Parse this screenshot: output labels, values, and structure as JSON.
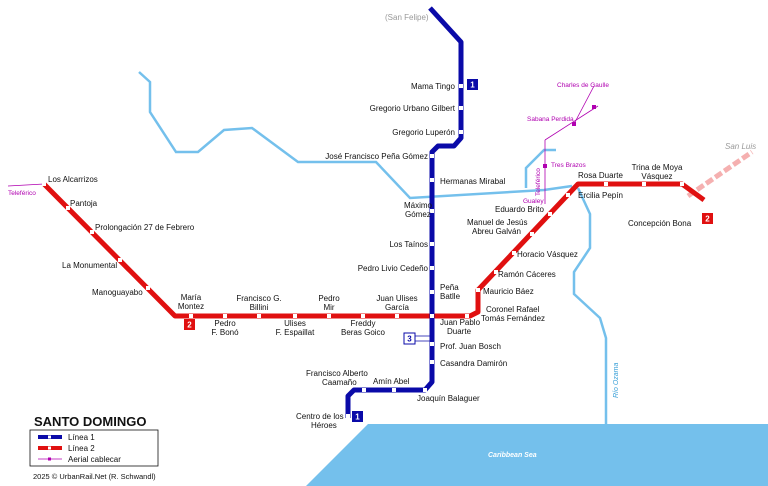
{
  "title": "SANTO DOMINGO",
  "credit": "2025 © UrbanRail.Net (R. Schwandl)",
  "legend": {
    "line1": "Línea 1",
    "line2": "Línea 2",
    "aerial": "Aerial cablecar"
  },
  "badges": {
    "one": "1",
    "two": "2",
    "three": "3"
  },
  "colors": {
    "line1": "#0a0aa8",
    "line2": "#e01010",
    "water": "#74c0ec",
    "cable": "#b000b0",
    "future": "#f5b0b0"
  },
  "water": {
    "sea": "Caribbean Sea",
    "river": "Río Ozama"
  },
  "line1": {
    "san_felipe": "(San Felipe)",
    "mama_tingo": "Mama Tingo",
    "gregorio_urbano_gilbert": "Gregorio Urbano Gilbert",
    "gregorio_luperon": "Gregorio Luperón",
    "jose_francisco_pena_gomez": "José Francisco Peña Gómez",
    "hermanas_mirabal": "Hermanas Mirabal",
    "maximo_gomez_1": "Máximo",
    "maximo_gomez_2": "Gómez",
    "los_tainos": "Los Taínos",
    "pedro_livio_cedeno": "Pedro Livio Cedeño",
    "pena_batlle_1": "Peña",
    "pena_batlle_2": "Batlle",
    "juan_pablo_duarte_1": "Juan Pablo",
    "juan_pablo_duarte_2": "Duarte",
    "prof_juan_bosch": "Prof. Juan Bosch",
    "casandra_damiron": "Casandra Damirón",
    "joaquin_balaguer": "Joaquín Balaguer",
    "amin_abel": "Amín Abel",
    "francisco_alberto_caamano_1": "Francisco Alberto",
    "francisco_alberto_caamano_2": "Caamaño",
    "centro_de_los_heroes_1": "Centro de los",
    "centro_de_los_heroes_2": "Héroes"
  },
  "line2": {
    "los_alcarrizos": "Los Alcarrizos",
    "pantoja": "Pantoja",
    "prolongacion_27_de_febrero": "Prolongación 27 de Febrero",
    "la_monumental": "La Monumental",
    "manoguayabo": "Manoguayabo",
    "maria_montez_1": "María",
    "maria_montez_2": "Montez",
    "pedro_f_bono_1": "Pedro",
    "pedro_f_bono_2": "F. Bonó",
    "francisco_g_billini_1": "Francisco G.",
    "francisco_g_billini_2": "Billini",
    "ulises_f_espaillat_1": "Ulises",
    "ulises_f_espaillat_2": "F. Espaillat",
    "pedro_mir_1": "Pedro",
    "pedro_mir_2": "Mir",
    "freddy_beras_goico_1": "Freddy",
    "freddy_beras_goico_2": "Beras Goico",
    "juan_ulises_garcia_1": "Juan Ulises",
    "juan_ulises_garcia_2": "García",
    "coronel_rafael_1": "Coronel Rafael",
    "coronel_rafael_2": "Tomás Fernández",
    "mauricio_baez": "Mauricio Báez",
    "ramon_caceres": "Ramón Cáceres",
    "horacio_vasquez": "Horacio Vásquez",
    "manuel_de_jesus_1": "Manuel de Jesús",
    "manuel_de_jesus_2": "Abreu Galván",
    "eduardo_brito": "Eduardo Brito",
    "ercilia_pepin": "Ercilia Pepín",
    "rosa_duarte": "Rosa Duarte",
    "trina_de_moya_1": "Trina de Moya",
    "trina_de_moya_2": "Vásquez",
    "concepcion_bona": "Concepción Bona",
    "san_luis": "San Luis"
  },
  "cable": {
    "teleferico_west": "Teleférico",
    "teleferico_east": "Teleférico",
    "charles_de_gaulle": "Charles de Gaulle",
    "sabana_perdida": "Sabana Perdida",
    "tres_brazos": "Tres Brazos",
    "gualey": "Gualey"
  }
}
